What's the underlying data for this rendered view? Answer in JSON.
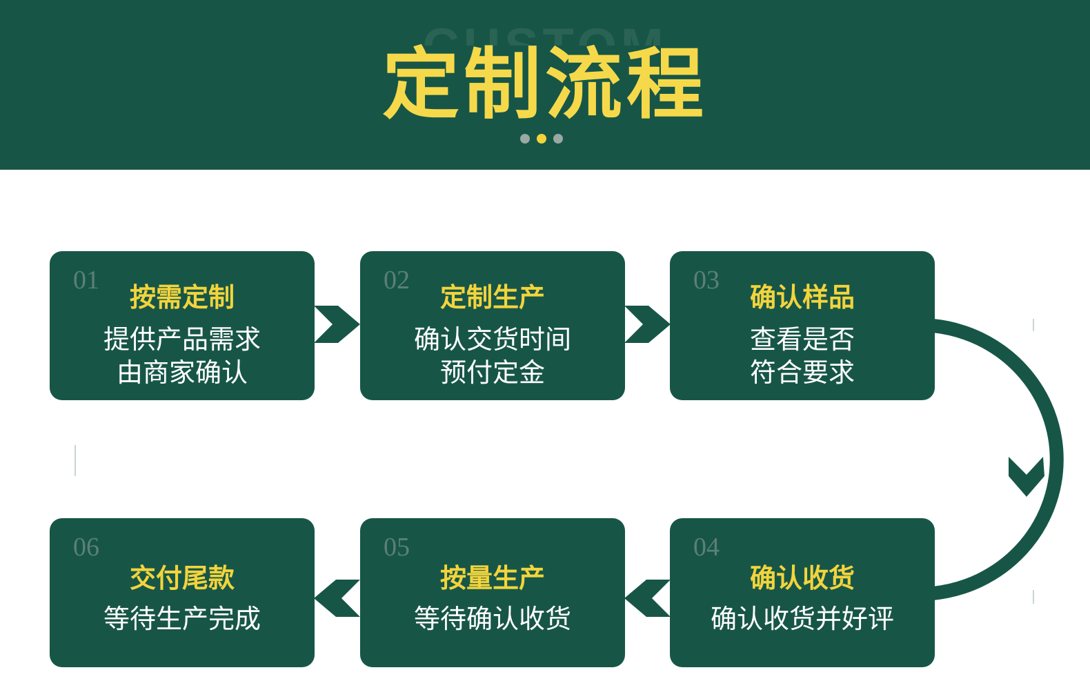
{
  "header": {
    "background_word": "CUSTOM",
    "title": "定制流程"
  },
  "steps": [
    {
      "number": "01",
      "title": "按需定制",
      "lines": [
        "提供产品需求",
        "由商家确认"
      ]
    },
    {
      "number": "02",
      "title": "定制生产",
      "lines": [
        "确认交货时间",
        "预付定金"
      ]
    },
    {
      "number": "03",
      "title": "确认样品",
      "lines": [
        "查看是否",
        "符合要求"
      ]
    },
    {
      "number": "04",
      "title": "确认收货",
      "lines": [
        "确认收货并好评"
      ]
    },
    {
      "number": "05",
      "title": "按量生产",
      "lines": [
        "等待确认收货"
      ]
    },
    {
      "number": "06",
      "title": "交付尾款",
      "lines": [
        "等待生产完成"
      ]
    }
  ],
  "colors": {
    "primary": "#175647",
    "accent": "#f3d43c",
    "step_number": "#5c8076"
  }
}
